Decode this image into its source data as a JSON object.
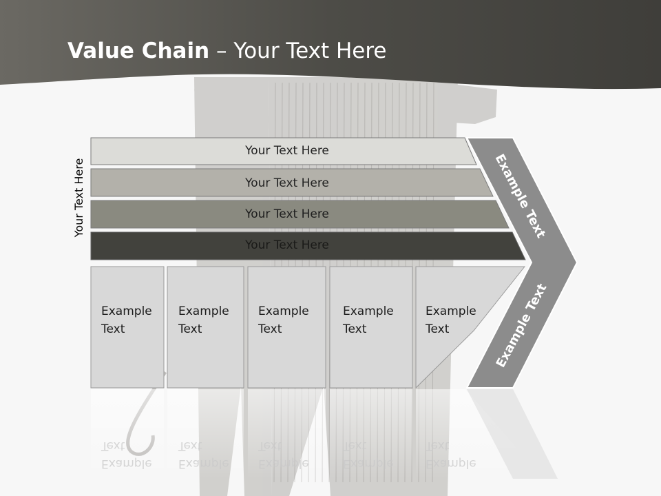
{
  "title": {
    "bold": "Value Chain",
    "rest": " – Your Text Here"
  },
  "side_label": "Your Text Here",
  "bars": [
    {
      "label": "Your Text Here",
      "fill": "#dcdcd8",
      "text_color": "#222222"
    },
    {
      "label": "Your Text Here",
      "fill": "#b3b1aa",
      "text_color": "#222222"
    },
    {
      "label": "Your Text Here",
      "fill": "#8a8a80",
      "text_color": "#1e1e1e"
    },
    {
      "label": "Your Text Here",
      "fill": "#42423d",
      "text_color": "#1a1a18"
    }
  ],
  "boxes": [
    {
      "label": "Example\nText"
    },
    {
      "label": "Example\nText"
    },
    {
      "label": "Example\nText"
    },
    {
      "label": "Example\nText"
    },
    {
      "label": "Example\nText"
    }
  ],
  "arrow": {
    "upper_label": "Example Text",
    "lower_label": "Example Text",
    "fill": "#8c8c8c"
  },
  "colors": {
    "header": "#4a4944",
    "box_fill": "#d8d8d8",
    "box_border": "#9a9a9a"
  }
}
